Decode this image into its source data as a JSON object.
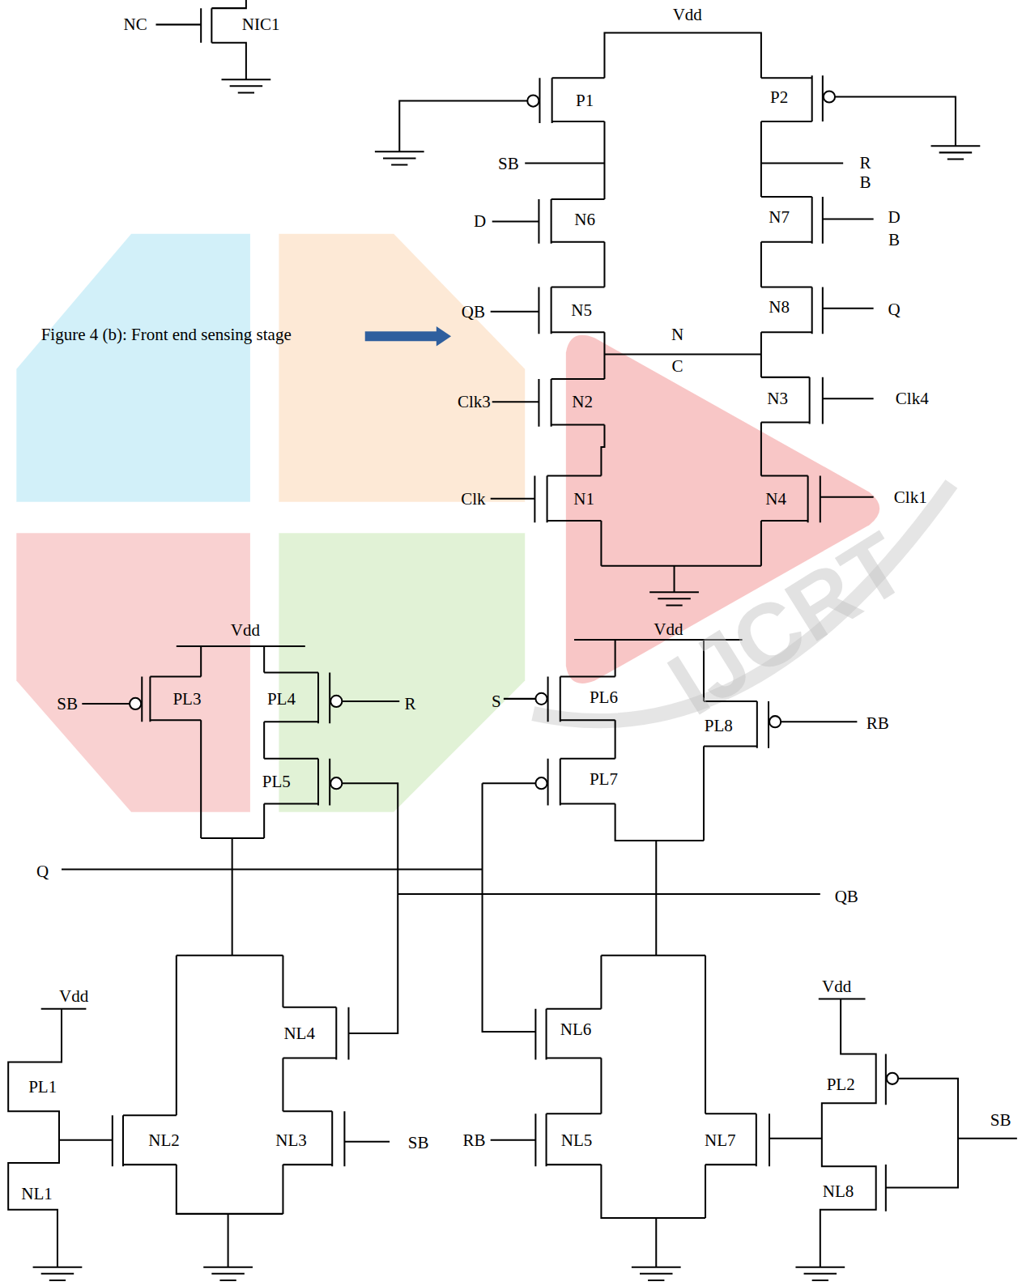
{
  "diagram": {
    "caption": "Figure 4 (b): Front end sensing stage",
    "labels": [
      "NC",
      "NIC1",
      "Vdd",
      "P1",
      "P2",
      "SB",
      "R",
      "B",
      "D",
      "N6",
      "N7",
      "D",
      "B",
      "QB",
      "N5",
      "N8",
      "Q",
      "N",
      "C",
      "Clk3",
      "N2",
      "N3",
      "Clk4",
      "Clk",
      "N1",
      "N4",
      "Clk1",
      "Vdd",
      "Vdd",
      "SB",
      "PL3",
      "PL4",
      "R",
      "S",
      "PL6",
      "PL8",
      "RB",
      "PL5",
      "PL7",
      "Q",
      "QB",
      "Vdd",
      "Vdd",
      "NL4",
      "NL6",
      "PL1",
      "PL2",
      "NL2",
      "NL3",
      "SB",
      "RB",
      "NL5",
      "NL7",
      "SB",
      "NL1",
      "NL8",
      "IJCRT"
    ]
  }
}
